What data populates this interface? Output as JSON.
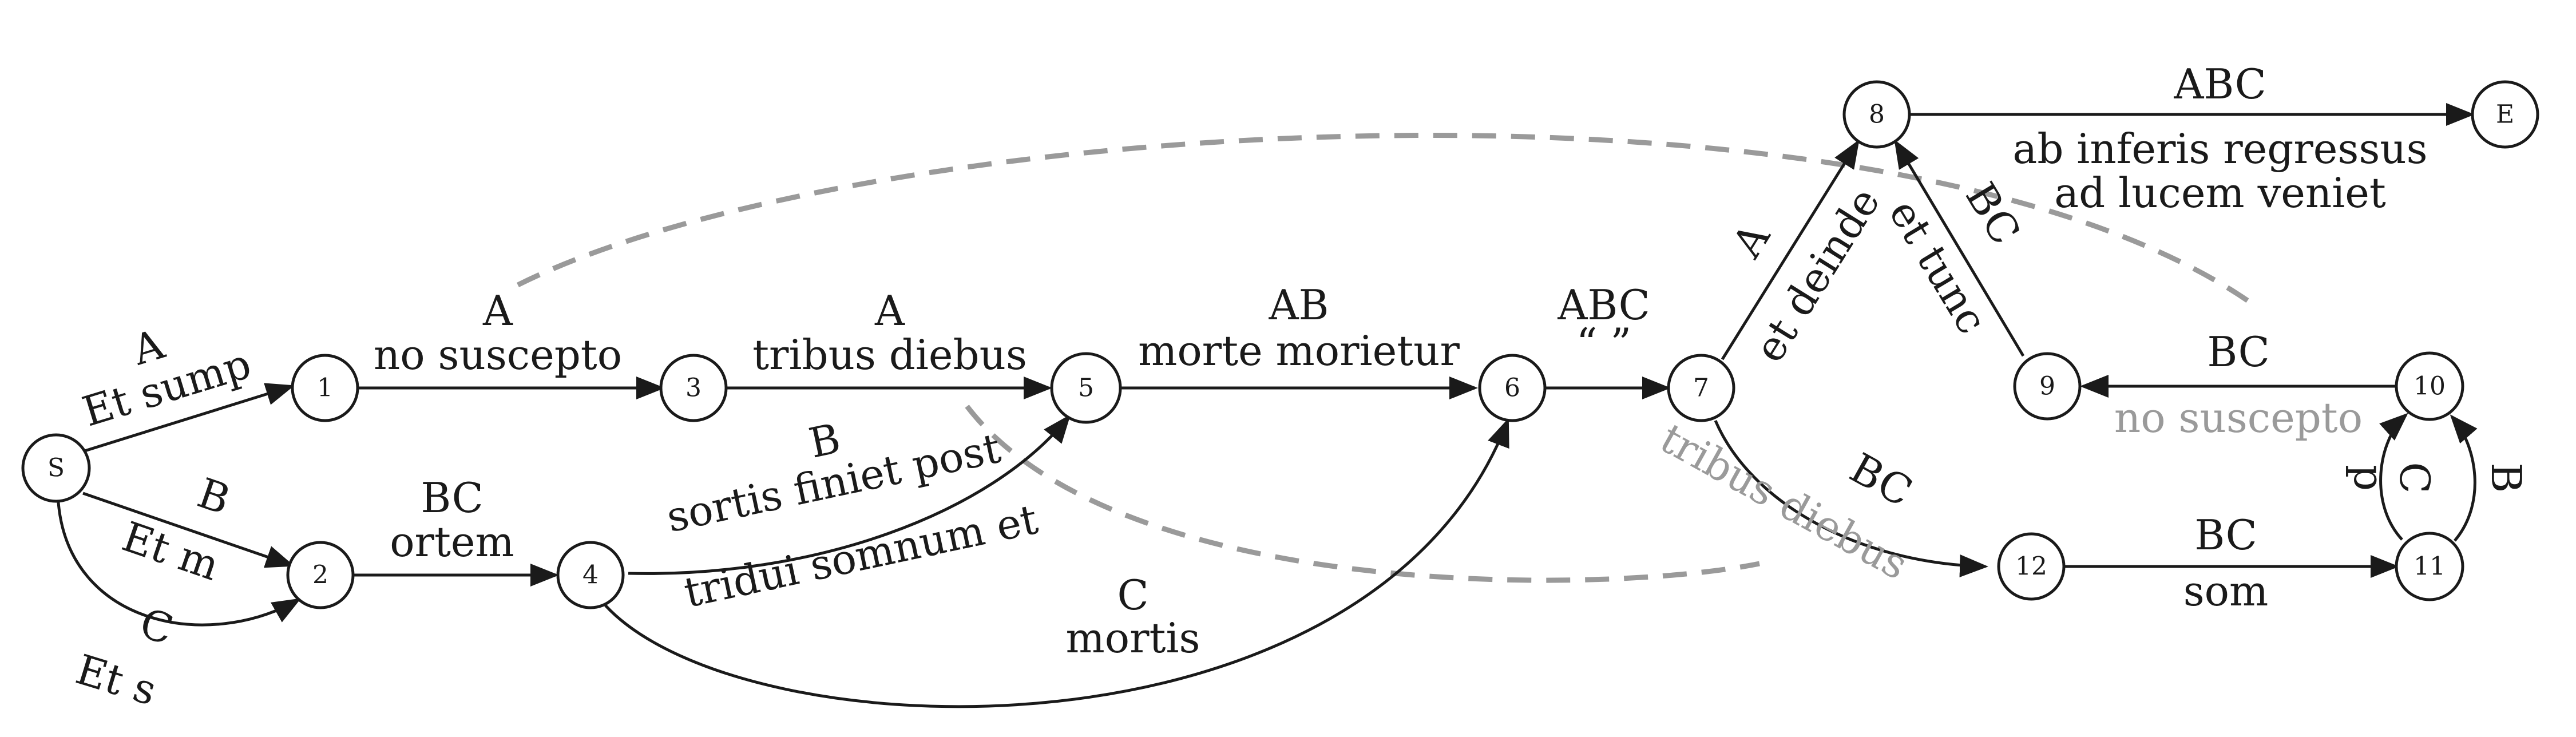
{
  "nodes": {
    "S": "S",
    "n1": "1",
    "n2": "2",
    "n3": "3",
    "n4": "4",
    "n5": "5",
    "n6": "6",
    "n7": "7",
    "n8": "8",
    "n9": "9",
    "n10": "10",
    "n11": "11",
    "n12": "12",
    "E": "E"
  },
  "edges": {
    "s_1": {
      "witness": "A",
      "text": "Et sump"
    },
    "s_2a": {
      "witness": "B",
      "text": "Et m"
    },
    "s_2b": {
      "witness": "C",
      "text": "Et s"
    },
    "e1_3": {
      "witness": "A",
      "text": "no suscepto"
    },
    "e3_5": {
      "witness": "A",
      "text": "tribus diebus"
    },
    "e2_4": {
      "witness": "BC",
      "text": "ortem"
    },
    "e4_5": {
      "witness": "B",
      "text": "sortis finiet post",
      "text2": "tridui somnum et"
    },
    "e4_6": {
      "witness": "C",
      "text": "mortis"
    },
    "e5_6": {
      "witness": "AB",
      "text": "morte morietur"
    },
    "e6_7": {
      "witness": "ABC",
      "text": "“ ”"
    },
    "e7_8": {
      "witness": "A",
      "text": "et deinde"
    },
    "e9_8": {
      "witness": "BC",
      "text": "et tunc"
    },
    "e8_E": {
      "witness": "ABC",
      "text": "ab inferis regressus",
      "text2": "ad lucem veniet"
    },
    "e10_9": {
      "witness": "BC",
      "text": "no suscepto"
    },
    "e7_12": {
      "witness": "BC",
      "text": "tribus diebus"
    },
    "e12_11": {
      "witness": "BC",
      "text": "som"
    },
    "e11_10a": {
      "witness": "C",
      "text": "p"
    },
    "e11_10b": {
      "witness": "B"
    }
  },
  "colors": {
    "ink": "#1a1a1a",
    "transposition": "#9a9a9a"
  }
}
